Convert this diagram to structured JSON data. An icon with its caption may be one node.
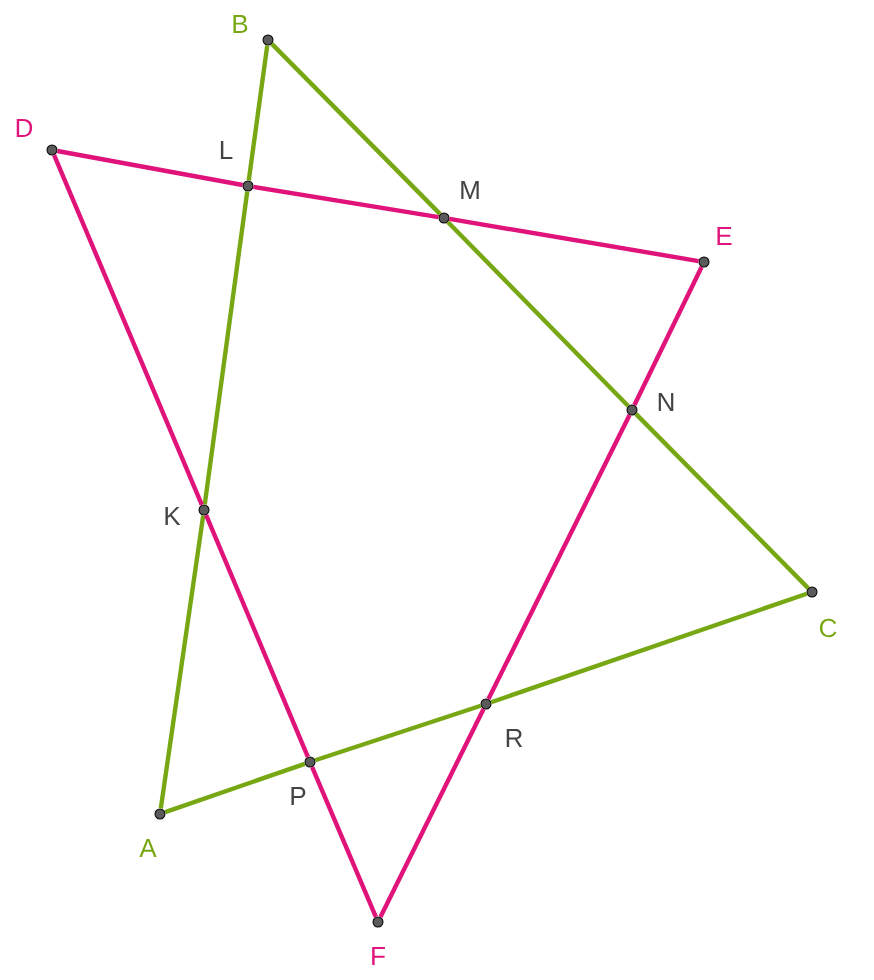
{
  "diagram": {
    "nodes": [
      {
        "text": [
          "B"
        ]
      },
      {
        "text": [
          "D"
        ]
      },
      {
        "text": [
          "L"
        ]
      },
      {
        "text": [
          "M"
        ]
      },
      {
        "text": [
          "E"
        ]
      },
      {
        "text": [
          "N"
        ]
      },
      {
        "text": [
          "K"
        ]
      },
      {
        "text": [
          "C"
        ]
      },
      {
        "text": [
          "R"
        ]
      },
      {
        "text": [
          "A"
        ]
      },
      {
        "text": [
          "P"
        ]
      },
      {
        "text": [
          "F"
        ]
      }
    ],
    "edges": [
      {
        "from": 9,
        "to": 6,
        "arrow": "none",
        "color": "#77a813"
      },
      {
        "from": 6,
        "to": 2,
        "arrow": "none",
        "color": "#77a813"
      },
      {
        "from": 2,
        "to": 0,
        "arrow": "none",
        "color": "#77a813"
      },
      {
        "from": 0,
        "to": 3,
        "arrow": "none",
        "color": "#77a813"
      },
      {
        "from": 3,
        "to": 5,
        "arrow": "none",
        "color": "#77a813"
      },
      {
        "from": 5,
        "to": 7,
        "arrow": "none",
        "color": "#77a813"
      },
      {
        "from": 7,
        "to": 8,
        "arrow": "none",
        "color": "#77a813"
      },
      {
        "from": 8,
        "to": 10,
        "arrow": "none",
        "color": "#77a813"
      },
      {
        "from": 10,
        "to": 9,
        "arrow": "none",
        "color": "#77a813"
      },
      {
        "from": 1,
        "to": 2,
        "arrow": "none",
        "color": "#e0137a"
      },
      {
        "from": 2,
        "to": 3,
        "arrow": "none",
        "color": "#e0137a"
      },
      {
        "from": 3,
        "to": 4,
        "arrow": "none",
        "color": "#e0137a"
      },
      {
        "from": 4,
        "to": 5,
        "arrow": "none",
        "color": "#e0137a"
      },
      {
        "from": 5,
        "to": 8,
        "arrow": "none",
        "color": "#e0137a"
      },
      {
        "from": 8,
        "to": 11,
        "arrow": "none",
        "color": "#e0137a"
      },
      {
        "from": 11,
        "to": 10,
        "arrow": "none",
        "color": "#e0137a"
      },
      {
        "from": 10,
        "to": 6,
        "arrow": "none",
        "color": "#e0137a"
      },
      {
        "from": 6,
        "to": 1,
        "arrow": "none",
        "color": "#e0137a"
      }
    ]
  }
}
